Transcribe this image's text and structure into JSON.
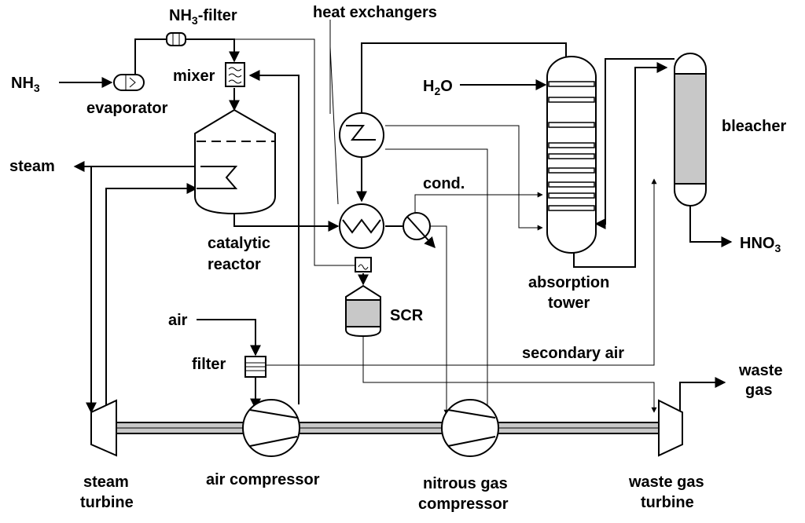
{
  "labels": {
    "nh3_filter_main": "NH",
    "nh3_filter_sub": "3",
    "nh3_filter_tail": "-filter",
    "heat_exchangers": "heat exchangers",
    "nh3_main": "NH",
    "nh3_sub": "3",
    "mixer": "mixer",
    "evaporator": "evaporator",
    "h2o_main": "H",
    "h2o_sub": "2",
    "h2o_tail": "O",
    "bleacher": "bleacher",
    "steam": "steam",
    "cond": "cond.",
    "catalytic_line1": "catalytic",
    "catalytic_line2": "reactor",
    "hno3_main": "HNO",
    "hno3_sub": "3",
    "absorption_line1": "absorption",
    "absorption_line2": "tower",
    "scr": "SCR",
    "air": "air",
    "filter": "filter",
    "secondary_air": "secondary air",
    "waste_gas_line1": "waste",
    "waste_gas_line2": "gas",
    "steam_turbine_line1": "steam",
    "steam_turbine_line2": "turbine",
    "air_compressor": "air compressor",
    "nitrous_line1": "nitrous gas",
    "nitrous_line2": "compressor",
    "waste_turbine_line1": "waste gas",
    "waste_turbine_line2": "turbine"
  }
}
